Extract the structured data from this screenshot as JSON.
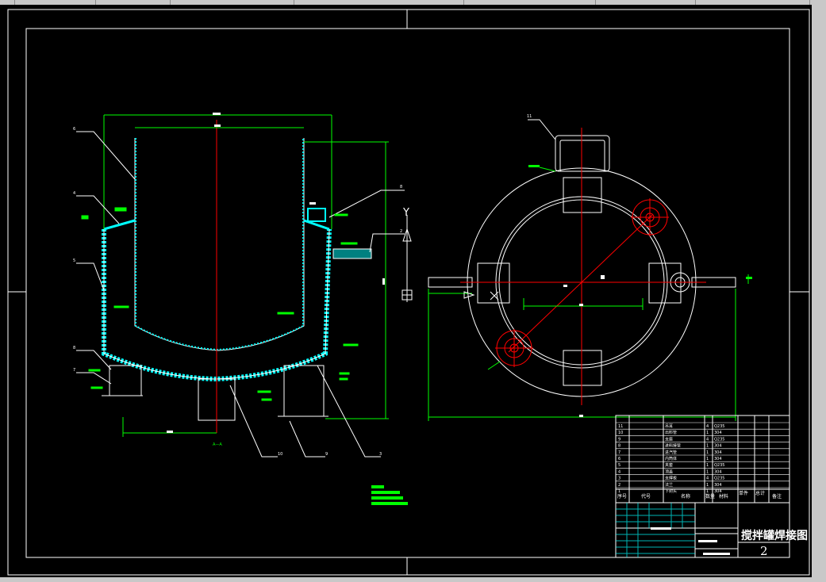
{
  "drawing": {
    "title": "搅拌罐焊接图",
    "sheet_number": "2",
    "section_label": "A—A",
    "view_direction_label": "Y",
    "parts_table": {
      "rows": [
        {
          "no": "11",
          "name": "吊耳",
          "qty": "4",
          "material": "Q235"
        },
        {
          "no": "10",
          "name": "出料管",
          "qty": "1",
          "material": "304"
        },
        {
          "no": "9",
          "name": "支座",
          "qty": "4",
          "material": "Q235"
        },
        {
          "no": "8",
          "name": "进料接管",
          "qty": "1",
          "material": "304"
        },
        {
          "no": "7",
          "name": "进汽管",
          "qty": "1",
          "material": "304"
        },
        {
          "no": "6",
          "name": "内筒体",
          "qty": "1",
          "material": "304"
        },
        {
          "no": "5",
          "name": "夹套",
          "qty": "1",
          "material": "Q235"
        },
        {
          "no": "4",
          "name": "顶盖",
          "qty": "1",
          "material": "304"
        },
        {
          "no": "3",
          "name": "支撑板",
          "qty": "4",
          "material": "Q235"
        },
        {
          "no": "2",
          "name": "法兰",
          "qty": "1",
          "material": "304"
        },
        {
          "no": "1",
          "name": "下封头",
          "qty": "1",
          "material": "304"
        }
      ],
      "header": {
        "no": "序号",
        "code": "代号",
        "name": "名称",
        "qty": "数量",
        "material": "材料",
        "unit_weight": "单件",
        "total_weight": "总计",
        "note": "备注"
      }
    }
  },
  "colors": {
    "background": "#000000",
    "line": "#ffffff",
    "dimension": "#00ff00",
    "centerline": "#ff0000",
    "hatch": "#00ffff",
    "leader": "#ffffff"
  }
}
